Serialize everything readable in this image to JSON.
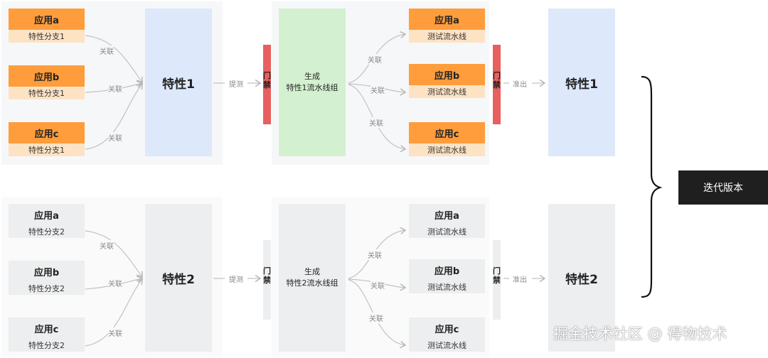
{
  "colors": {
    "app_active": "#ff9d3c",
    "app_active_sub": "#fde3c4",
    "feature_active": "#dde8fb",
    "pipeline_active": "#d3f1d0",
    "gate_active": "#e85f5f",
    "inactive": "#eceeef",
    "inactive_light": "#f1f2f3",
    "version_box": "#1f1f1f"
  },
  "row1": {
    "apps": [
      {
        "name": "应用a",
        "branch": "特性分支1"
      },
      {
        "name": "应用b",
        "branch": "特性分支1"
      },
      {
        "name": "应用c",
        "branch": "特性分支1"
      }
    ],
    "link_label": "关联",
    "feature": "特性1",
    "submit_label": "提测",
    "gate_chars": [
      "门",
      "禁"
    ],
    "pipeline_line1": "生成",
    "pipeline_line2": "特性1流水线组",
    "tests": [
      {
        "name": "应用a",
        "pipeline": "测试流水线"
      },
      {
        "name": "应用b",
        "pipeline": "测试流水线"
      },
      {
        "name": "应用c",
        "pipeline": "测试流水线"
      }
    ],
    "release_label": "准出",
    "result": "特性1"
  },
  "row2": {
    "apps": [
      {
        "name": "应用a",
        "branch": "特性分支2"
      },
      {
        "name": "应用b",
        "branch": "特性分支2"
      },
      {
        "name": "应用c",
        "branch": "特性分支2"
      }
    ],
    "link_label": "关联",
    "feature": "特性2",
    "submit_label": "提测",
    "gate_chars": [
      "门",
      "禁"
    ],
    "pipeline_line1": "生成",
    "pipeline_line2": "特性2流水线组",
    "tests": [
      {
        "name": "应用a",
        "pipeline": "测试流水线"
      },
      {
        "name": "应用b",
        "pipeline": "测试流水线"
      },
      {
        "name": "应用c",
        "pipeline": "测试流水线"
      }
    ],
    "release_label": "准出",
    "result": "特性2"
  },
  "version_label": "迭代版本",
  "watermark": "掘金技术社区 @ 得物技术"
}
